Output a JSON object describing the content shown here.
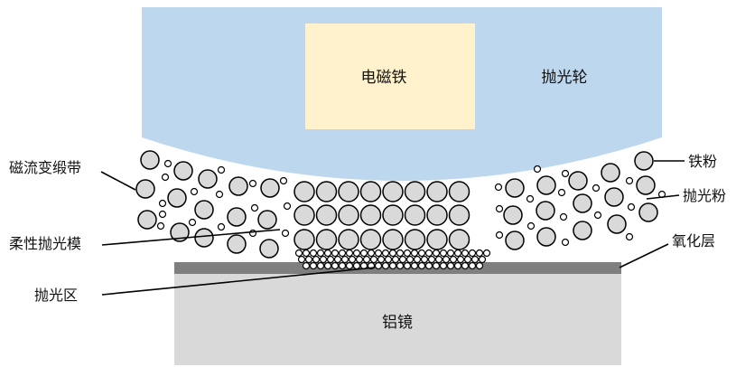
{
  "labels": {
    "electromagnet": "电磁铁",
    "polishing_wheel": "抛光轮",
    "iron_powder": "铁粉",
    "polishing_powder": "抛光粉",
    "oxide_layer": "氧化层",
    "mr_fluid_ribbon": "磁流变缎带",
    "flexible_polishing_die": "柔性抛光模",
    "polishing_zone": "抛光区",
    "aluminum_mirror": "铝镜"
  },
  "colors": {
    "polishing_wheel": "#bdd7ee",
    "electromagnet": "#fff2cc",
    "oxide_layer": "#7f7f7f",
    "aluminum_mirror": "#d9d9d9",
    "iron_particle_fill": "#d9d9d9",
    "outline": "#000000"
  }
}
